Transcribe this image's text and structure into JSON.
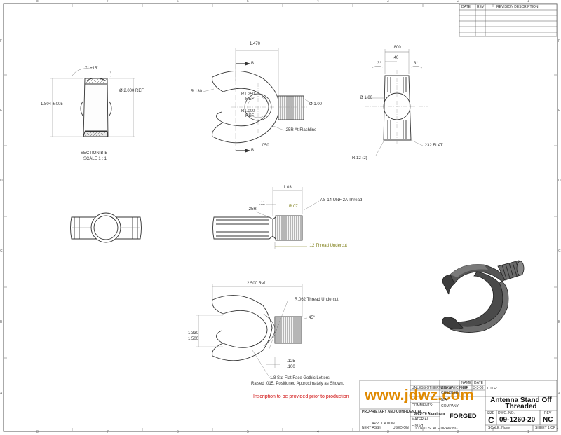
{
  "revision_table": {
    "headers": [
      "DATE",
      "REV",
      "REVISION DESCRIPTION"
    ]
  },
  "section_view": {
    "angle_label": "7° ±15'",
    "height_label": "1.804 ±.005",
    "diameter_label": "Ø 2.000 REF",
    "caption_line1": "SECTION B-B",
    "caption_line2": "SCALE 1 : 1"
  },
  "front_view": {
    "dim_1470": "1.470",
    "r130": "R.130",
    "r1250": "R1.250",
    "r1250_ref": "REF",
    "r1000": "R1.000",
    "r1000_ref": "REF",
    "dia_100": "Ø 1.00",
    "fillet_note": ".25R At Flashline",
    "dim_050": ".050",
    "section_letter": "B"
  },
  "side_view": {
    "dim_800": ".800",
    "dim_40": ".40",
    "angle_left": "3°",
    "angle_right": "3°",
    "dia_100": "Ø 1.00",
    "flat_note": ".232 FLAT",
    "r12": "R.12 (2)"
  },
  "thread_view": {
    "dim_103": "1.03",
    "dim_11": ".11",
    "r07": "R.07",
    "r25": ".25R",
    "thread_note": "7/8-14 UNF 2A Thread",
    "undercut_note": ".12 Thread Undercut"
  },
  "bottom_view": {
    "dim_2500": "2.500 Ref.",
    "r062_note": "R.062 Thread Undercut",
    "angle_45": "45°",
    "dim_1330": "1.330",
    "dim_1500": "1.500",
    "dim_125": ".125",
    "dim_100": ".100",
    "letters_note_1": "1/8 Std Flat Face Gothic Letters",
    "letters_note_2": "Raised .015, Positioned Approximately as Shown."
  },
  "notes": {
    "inscription": "Inscription to be provided prior to production"
  },
  "watermark": "www.jdwz.com",
  "title_block": {
    "drawn_label": "DRAWN",
    "drawn_by": "KER",
    "drawn_date": "3-3-06",
    "name_header": "NAME",
    "date_header": "DATE",
    "checked_label": "CHECKED",
    "comments_label": "COMMENTS:",
    "material": "6061-T6 Aluminum",
    "material_label": "MATERIAL",
    "finish_label": "FINISH",
    "process": "FORGED",
    "title_label": "TITLE:",
    "title_line1": "Antenna Stand Off",
    "title_line2": "Threaded",
    "size_label": "SIZE",
    "size": "C",
    "dwg_label": "DWG. NO.",
    "dwg_no": "09-1260-20",
    "rev_label": "REV",
    "rev": "NC",
    "scale_label": "SCALE: None",
    "sheet_label": "SHEET 1 OF 1",
    "proprietary_title": "PROPRIETARY AND CONFIDENTIAL",
    "used_on": "USED ON",
    "next_assy": "NEXT ASSY",
    "application": "APPLICATION",
    "do_not_scale": "DO NOT SCALE DRAWING",
    "unless_note": "UNLESS OTHERWISE SPECIFIED:",
    "na": "N/A",
    "company": "COMPANY"
  },
  "zones": {
    "top": [
      "8",
      "7",
      "6",
      "5",
      "4",
      "3",
      "2",
      "1"
    ],
    "bottom": [
      "8",
      "7",
      "6",
      "5",
      "4",
      "3",
      "2",
      "1"
    ],
    "left": [
      "F",
      "E",
      "D",
      "C",
      "B",
      "A"
    ],
    "right": [
      "F",
      "E",
      "D",
      "C",
      "B",
      "A"
    ]
  },
  "colors": {
    "line": "#333333",
    "dimension": "#6a6a10",
    "red_note": "#d01010",
    "watermark": "#e08a00"
  }
}
